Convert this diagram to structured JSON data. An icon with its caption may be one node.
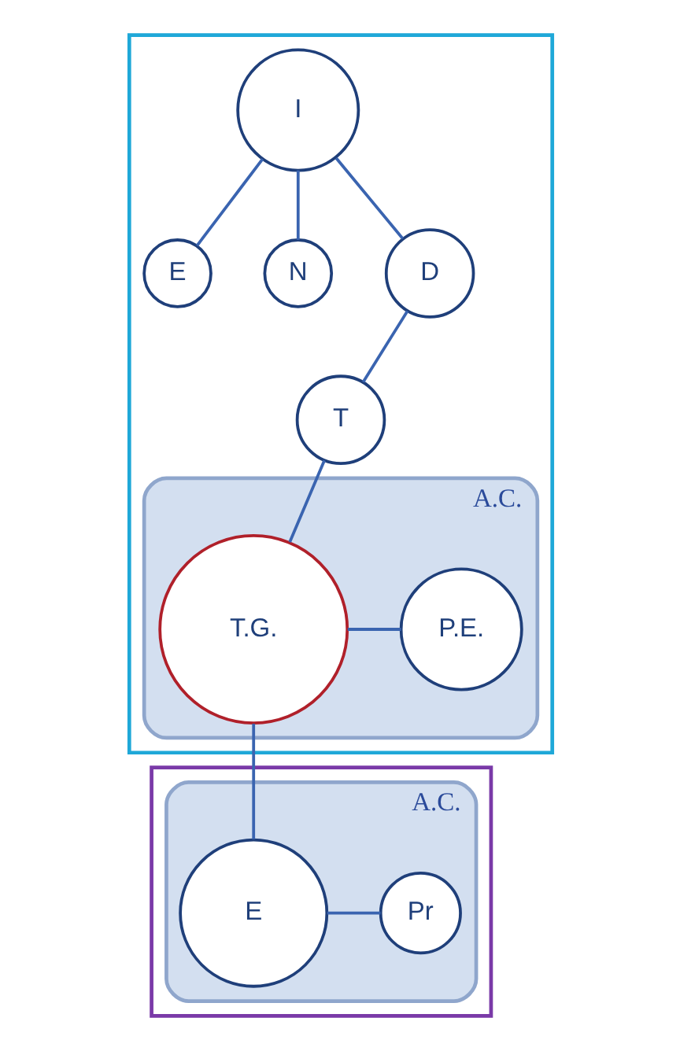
{
  "diagram": {
    "nodes": [
      {
        "text": [],
        "shape": "box"
      },
      {
        "text": [
          "I"
        ],
        "in": 0
      },
      {
        "text": [
          "E"
        ],
        "in": 0
      },
      {
        "text": [
          "N"
        ],
        "in": 0
      },
      {
        "text": [
          "D"
        ],
        "in": 0
      },
      {
        "text": [
          "T"
        ],
        "in": 0
      },
      {
        "text": [
          "A.C."
        ],
        "in": 0
      },
      {
        "text": [
          "T.G."
        ],
        "in": 6
      },
      {
        "text": [
          "P.E."
        ],
        "in": 6
      },
      {
        "text": [],
        "shape": "box"
      },
      {
        "text": [
          "A.C."
        ],
        "in": 9
      },
      {
        "text": [
          "E"
        ],
        "in": 10
      },
      {
        "text": [
          "Pr"
        ],
        "in": 10
      }
    ],
    "edges": [
      {
        "from": 1,
        "to": 2,
        "arrow": "none"
      },
      {
        "from": 1,
        "to": 3,
        "arrow": "none"
      },
      {
        "from": 1,
        "to": 4,
        "arrow": "none"
      },
      {
        "from": 4,
        "to": 5,
        "arrow": "none"
      },
      {
        "from": 5,
        "to": 7,
        "arrow": "none"
      },
      {
        "from": 7,
        "to": 8,
        "arrow": "none"
      },
      {
        "from": 7,
        "to": 11,
        "arrow": "none"
      },
      {
        "from": 11,
        "to": 12,
        "arrow": "none"
      }
    ]
  }
}
